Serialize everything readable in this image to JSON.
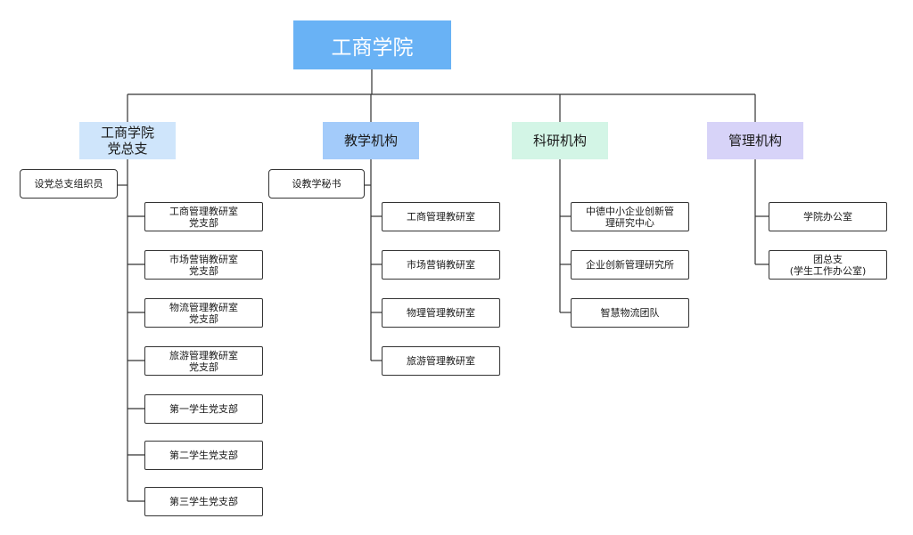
{
  "root": {
    "label": "工商学院"
  },
  "branches": [
    {
      "label_line1": "工商学院",
      "label_line2": "党总支",
      "side_note": "设党总支组织员",
      "children": [
        [
          "工商管理教研室",
          "党支部"
        ],
        [
          "市场营销教研室",
          "党支部"
        ],
        [
          "物流管理教研室",
          "党支部"
        ],
        [
          "旅游管理教研室",
          "党支部"
        ],
        [
          "第一学生党支部",
          ""
        ],
        [
          "第二学生党支部",
          ""
        ],
        [
          "第三学生党支部",
          ""
        ]
      ]
    },
    {
      "label_line1": "教学机构",
      "label_line2": "",
      "side_note": "设教学秘书",
      "children": [
        [
          "工商管理教研室",
          ""
        ],
        [
          "市场营销教研室",
          ""
        ],
        [
          "物理管理教研室",
          ""
        ],
        [
          "旅游管理教研室",
          ""
        ]
      ]
    },
    {
      "label_line1": "科研机构",
      "label_line2": "",
      "children": [
        [
          "中德中小企业创新管",
          "理研究中心"
        ],
        [
          "企业创新管理研究所",
          ""
        ],
        [
          "智慧物流团队",
          ""
        ]
      ]
    },
    {
      "label_line1": "管理机构",
      "label_line2": "",
      "children": [
        [
          "学院办公室",
          ""
        ],
        [
          "团总支",
          "(学生工作办公室)"
        ]
      ]
    }
  ],
  "colors": {
    "root": "#69b2f5",
    "branch1": "#cfe5fb",
    "branch2": "#a3cbfa",
    "branch3": "#d3f5e6",
    "branch4": "#d7d3f8",
    "line": "#333333"
  }
}
